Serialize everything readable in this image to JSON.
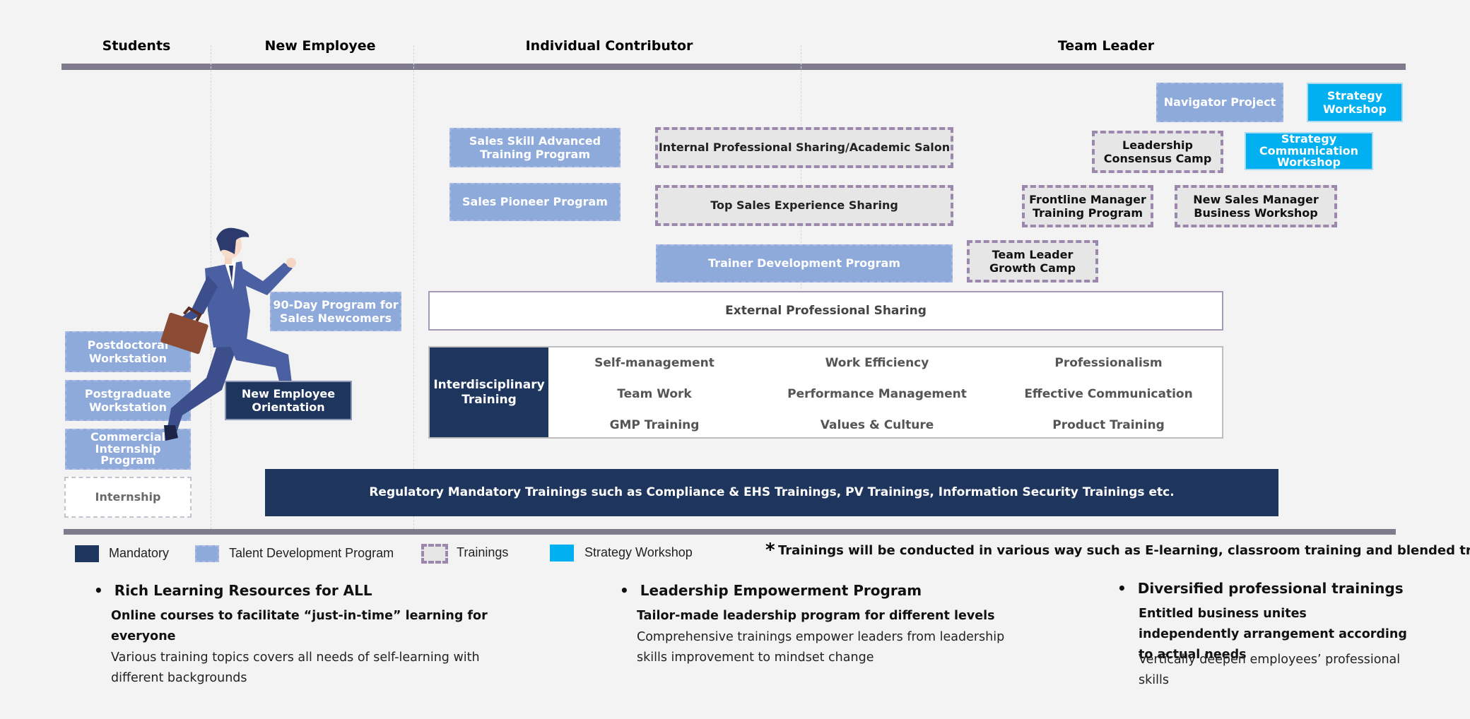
{
  "stages": {
    "students": "Students",
    "new_employee": "New Employee",
    "individual_contributor": "Individual Contributor",
    "team_leader": "Team Leader"
  },
  "students_column": {
    "postdoctoral": "Postdoctoral Workstation",
    "postgraduate": "Postgraduate Workstation",
    "commercial_internship": "Commercial Internship Program",
    "internship": "Internship"
  },
  "new_employee_column": {
    "program_90_day": "90-Day Program for Sales Newcomers",
    "orientation": "New Employee Orientation"
  },
  "individual_contributor": {
    "sales_skill_advanced": "Sales Skill Advanced Training Program",
    "sales_pioneer": "Sales Pioneer Program",
    "internal_sharing": "Internal Professional Sharing/Academic Salon",
    "top_sales_sharing": "Top Sales Experience Sharing",
    "trainer_development": "Trainer Development Program"
  },
  "team_leader": {
    "navigator_project": "Navigator Project",
    "strategy_workshop": "Strategy Workshop",
    "leadership_consensus_camp": "Leadership Consensus Camp",
    "strategy_communication_workshop": "Strategy Communication Workshop",
    "frontline_manager_program": "Frontline Manager Training Program",
    "new_sales_manager_workshop": "New Sales Manager Business Workshop",
    "team_leader_growth_camp": "Team Leader Growth Camp"
  },
  "external_sharing": "External Professional Sharing",
  "interdisciplinary": {
    "label": "Interdisciplinary Training",
    "items": [
      "Self-management",
      "Work Efficiency",
      "Professionalism",
      "Team Work",
      "Performance Management",
      "Effective Communication",
      "GMP Training",
      "Values & Culture",
      "Product Training"
    ]
  },
  "mandatory_bar": "Regulatory Mandatory Trainings such as Compliance & EHS Trainings,  PV Trainings, Information Security Trainings etc.",
  "legend": {
    "mandatory": "Mandatory",
    "talent_development": "Talent Development Program",
    "trainings": "Trainings",
    "strategy_workshop": "Strategy Workshop",
    "note_star": "*",
    "note": "Trainings will be conducted in various way such as E-learning, classroom training and blended training"
  },
  "highlights": [
    {
      "bullet": "•",
      "heading": "Rich Learning Resources for ALL",
      "bold": "Online courses to facilitate  “just-in-time”  learning for everyone",
      "plain": "Various training topics covers all needs of self-learning with different backgrounds"
    },
    {
      "bullet": "•",
      "heading": "Leadership Empowerment Program",
      "bold": "Tailor-made leadership program for different levels",
      "plain": "Comprehensive trainings empower leaders from leadership skills improvement to mindset change"
    },
    {
      "bullet": "•",
      "heading": "Diversified professional trainings",
      "bold": "Entitled business unites independently arrangement according to actual needs",
      "plain": "Vertically deepen employees’  professional skills"
    }
  ],
  "colors": {
    "mandatory": "#1e355e",
    "talent_development": "#8eaadb",
    "trainings_border": "#9c88ad",
    "strategy_workshop": "#00b0f0",
    "rule": "#7f7b8d"
  }
}
